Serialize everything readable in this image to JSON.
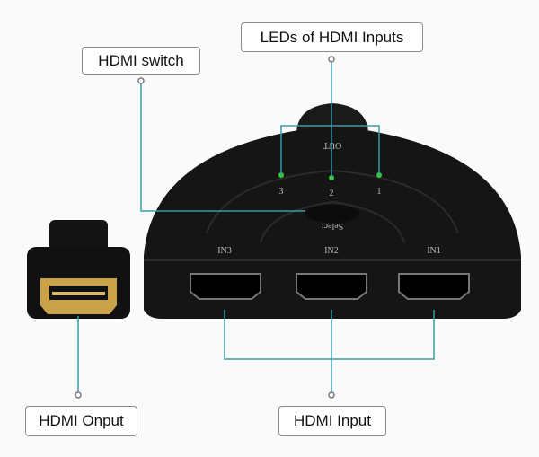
{
  "labels": {
    "hdmi_switch": "HDMI switch",
    "leds": "LEDs of HDMI Inputs",
    "output": "HDMI Onput",
    "input": "HDMI Input"
  },
  "device": {
    "out": "OUT",
    "led_numbers": [
      "3",
      "2",
      "1"
    ],
    "select": "Select",
    "ports": [
      "IN3",
      "IN2",
      "IN1"
    ]
  },
  "colors": {
    "line": "#3a9aa8",
    "device": "#151515",
    "background": "#fafafa"
  }
}
